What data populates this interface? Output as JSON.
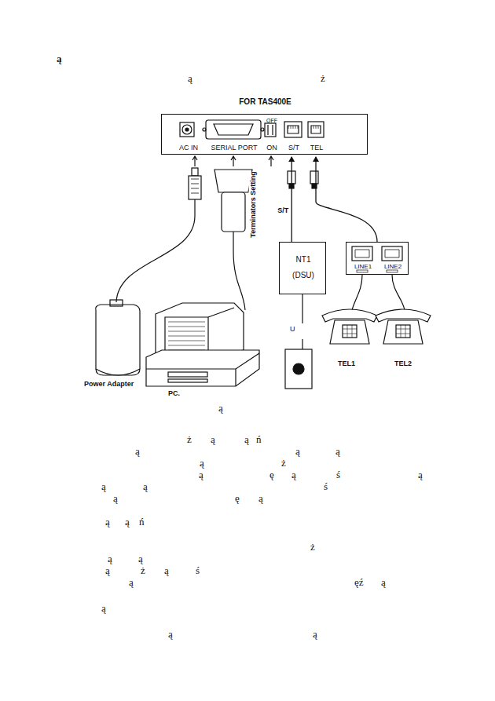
{
  "diagram": {
    "nodes": [
      {
        "text": [
          "FOR TAS400E",
          "AC IN",
          "SERIAL PORT",
          "OFF",
          "ON",
          "S/T",
          "TEL"
        ]
      },
      {
        "text": [
          "NT1 (DSU)"
        ]
      },
      {
        "text": [
          "LINE1",
          "LINE2"
        ]
      }
    ],
    "edges": [
      {
        "from": 1,
        "to": 0,
        "arrow": "to",
        "label": "S/T"
      },
      {
        "from": 2,
        "to": 0,
        "arrow": "to"
      }
    ],
    "labels": [
      "Terminators Setting",
      "U",
      "TEL1",
      "TEL2",
      "Power Adapter",
      "PC.",
      "ą",
      "ą",
      "ż",
      "ą",
      "ż",
      "ą",
      "ą",
      "ń",
      "ą",
      "ą",
      "ą",
      "ą",
      "ż",
      "ą",
      "ę",
      "ą",
      "ś",
      "ą",
      "ą",
      "ą",
      "ś",
      "ą",
      "ę",
      "ą",
      "ą",
      "ą",
      "ń",
      "ż",
      "ą",
      "ą",
      "ą",
      "ż",
      "ą",
      "ś",
      "ą",
      "ęź",
      "ą",
      "ą",
      "ą",
      "ą"
    ]
  }
}
